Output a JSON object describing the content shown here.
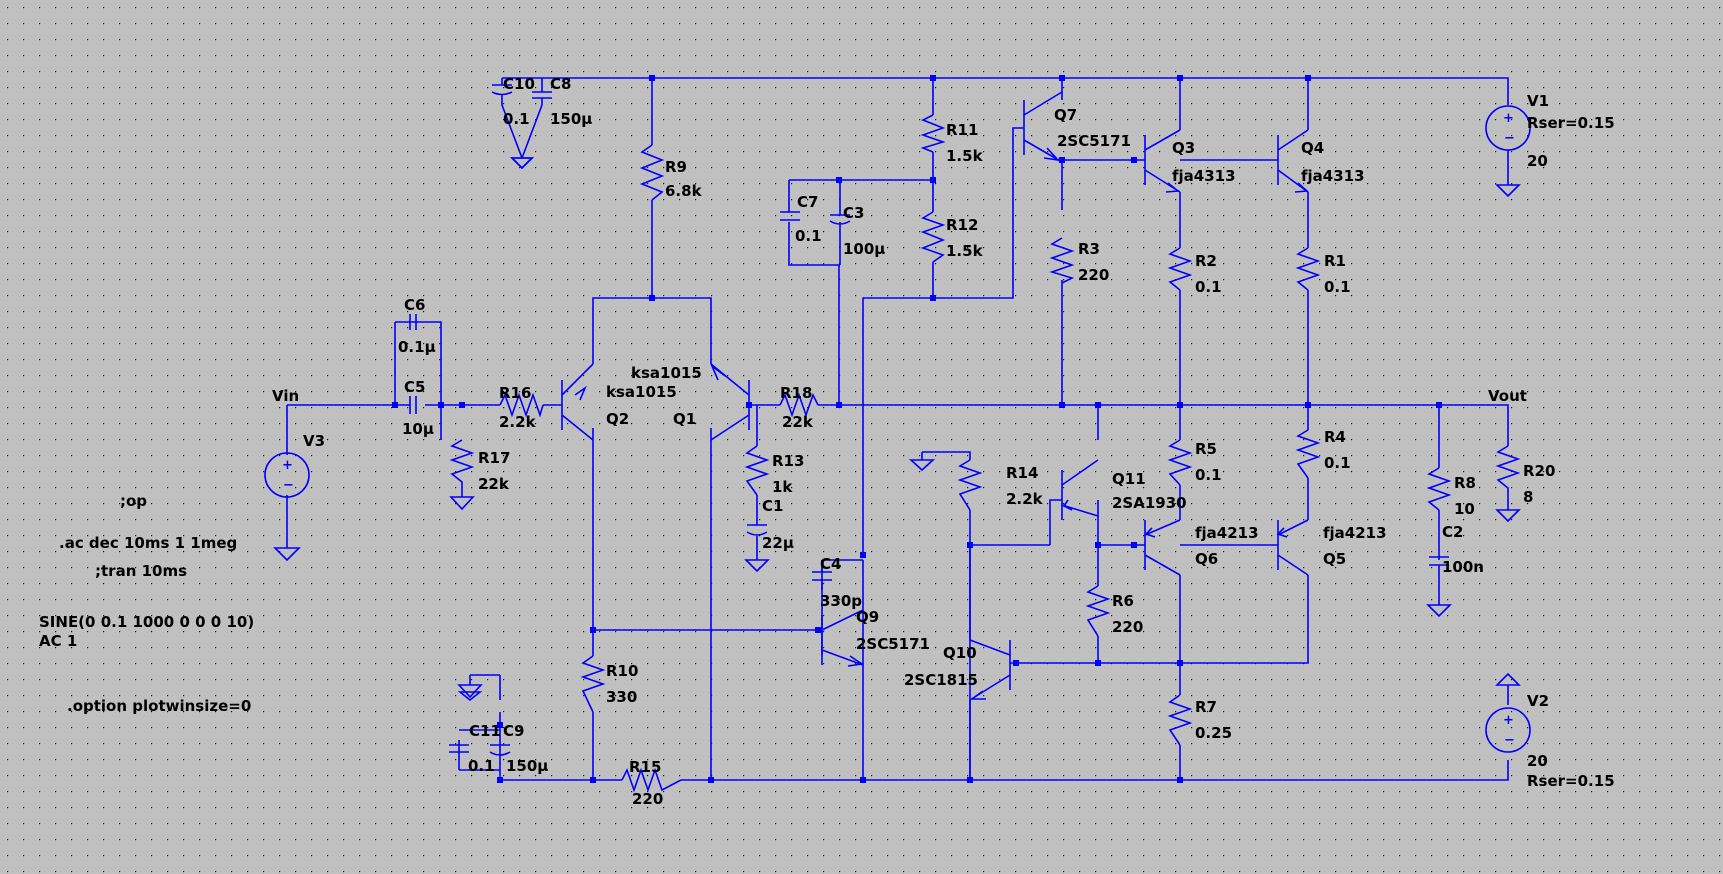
{
  "schematic": {
    "background": "#c0c0c0",
    "wire_color": "#0000ff",
    "net_labels": {
      "vin": "Vin",
      "vout": "Vout"
    },
    "components": {
      "C10": {
        "name": "C10",
        "value": "0.1"
      },
      "C8": {
        "name": "C8",
        "value": "150µ"
      },
      "R9": {
        "name": "R9",
        "value": "6.8k"
      },
      "R11": {
        "name": "R11",
        "value": "1.5k"
      },
      "R12": {
        "name": "R12",
        "value": "1.5k"
      },
      "C7": {
        "name": "C7",
        "value": "0.1"
      },
      "C3": {
        "name": "C3",
        "value": "100µ"
      },
      "Q7": {
        "name": "Q7",
        "value": "2SC5171"
      },
      "Q3": {
        "name": "Q3",
        "value": "fja4313"
      },
      "Q4": {
        "name": "Q4",
        "value": "fja4313"
      },
      "R3": {
        "name": "R3",
        "value": "220"
      },
      "R2": {
        "name": "R2",
        "value": "0.1"
      },
      "R1": {
        "name": "R1",
        "value": "0.1"
      },
      "V1": {
        "name": "V1",
        "value": "20",
        "extra": "Rser=0.15"
      },
      "C6": {
        "name": "C6",
        "value": "0.1µ"
      },
      "C5": {
        "name": "C5",
        "value": "10µ"
      },
      "R16": {
        "name": "R16",
        "value": "2.2k"
      },
      "R17": {
        "name": "R17",
        "value": "22k"
      },
      "Q2": {
        "name": "Q2",
        "value": "ksa1015"
      },
      "Q1": {
        "name": "Q1",
        "value": "ksa1015"
      },
      "R18": {
        "name": "R18",
        "value": "22k"
      },
      "R13": {
        "name": "R13",
        "value": "1k"
      },
      "C1": {
        "name": "C1",
        "value": "22µ"
      },
      "V3": {
        "name": "V3"
      },
      "R14": {
        "name": "R14",
        "value": "2.2k"
      },
      "Q11": {
        "name": "Q11",
        "value": "2SA1930"
      },
      "R5": {
        "name": "R5",
        "value": "0.1"
      },
      "R4": {
        "name": "R4",
        "value": "0.1"
      },
      "R8": {
        "name": "R8",
        "value": "10"
      },
      "C2": {
        "name": "C2",
        "value": "100n"
      },
      "R20": {
        "name": "R20",
        "value": "8"
      },
      "Q6": {
        "name": "Q6",
        "value": "fja4213"
      },
      "Q5": {
        "name": "Q5",
        "value": "fja4213"
      },
      "C4": {
        "name": "C4",
        "value": "330p"
      },
      "Q9": {
        "name": "Q9",
        "value": "2SC5171"
      },
      "R6": {
        "name": "R6",
        "value": "220"
      },
      "Q10": {
        "name": "Q10",
        "value": "2SC1815"
      },
      "R10": {
        "name": "R10",
        "value": "330"
      },
      "R7": {
        "name": "R7",
        "value": "0.25"
      },
      "V2": {
        "name": "V2",
        "value": "20",
        "extra": "Rser=0.15"
      },
      "C11": {
        "name": "C11",
        "value": "0.1"
      },
      "C9": {
        "name": "C9",
        "value": "150µ"
      },
      "R15": {
        "name": "R15",
        "value": "220"
      }
    },
    "directives": {
      "op": ";op",
      "ac": ".ac dec 10ms 1 1meg",
      "tran": ";tran 10ms",
      "sine": "SINE(0 0.1 1000 0 0 0 10)",
      "ac1": "AC 1",
      "option": ".option plotwinsize=0"
    }
  }
}
